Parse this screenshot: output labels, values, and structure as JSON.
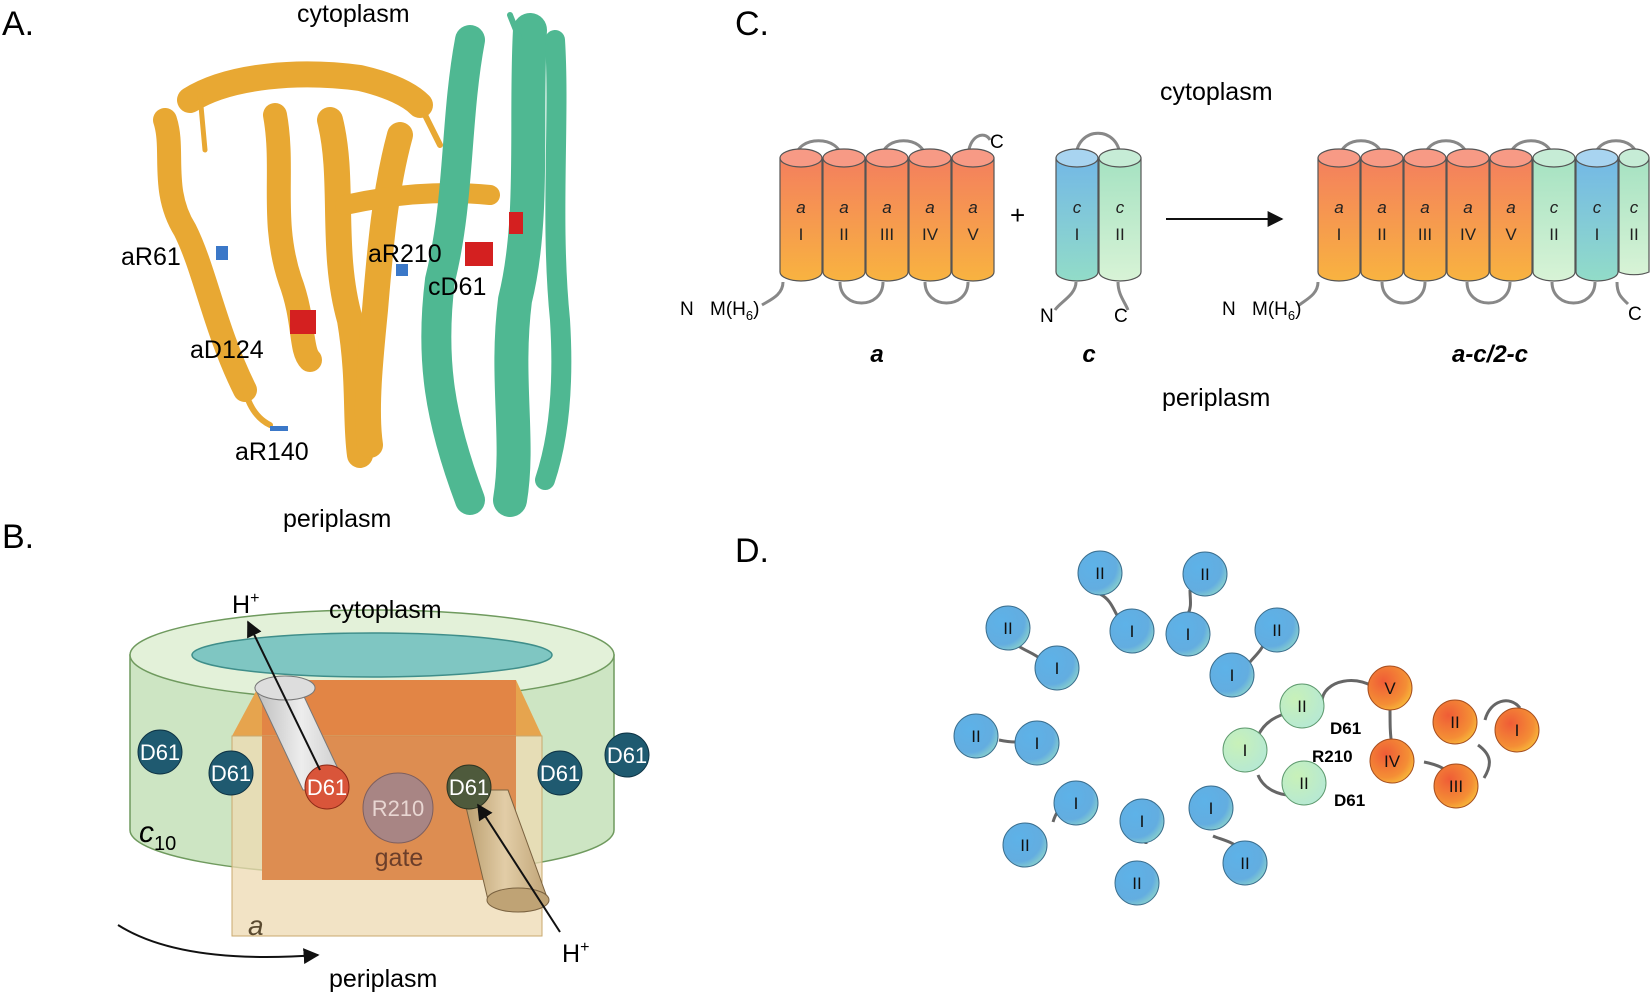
{
  "panels": {
    "A": "A.",
    "B": "B.",
    "C": "C.",
    "D": "D."
  },
  "panel_a": {
    "top": "cytoplasm",
    "bottom": "periplasm",
    "residues": [
      "aR61",
      "aD124",
      "aR140",
      "aR210",
      "cD61"
    ],
    "colors": {
      "subunit_a": "#E8A833",
      "subunit_c": "#4FB892",
      "acid": "#D42020",
      "base": "#3B78C8"
    }
  },
  "panel_b": {
    "h_top": "H",
    "h_top_sup": "+",
    "top": "cytoplasm",
    "bottom": "periplasm",
    "ring_label": "c",
    "ring_sub": "10",
    "a_label": "a",
    "gate_residue": "R210",
    "gate_label": "gate",
    "d61_labels": [
      "D61",
      "D61",
      "D61",
      "D61",
      "D61",
      "D61"
    ],
    "h_bottom": "H",
    "h_bottom_sup": "+",
    "colors": {
      "ring": "#CDE5C3",
      "pore": "#7FC6C2",
      "a": "#E28545",
      "d61": "#1F5A70",
      "d61_active": "#D9553A"
    }
  },
  "panel_c": {
    "top": "cytoplasm",
    "bottom": "periplasm",
    "a_helices": [
      {
        "sub": "a",
        "num": "I"
      },
      {
        "sub": "a",
        "num": "II"
      },
      {
        "sub": "a",
        "num": "III"
      },
      {
        "sub": "a",
        "num": "IV"
      },
      {
        "sub": "a",
        "num": "V"
      }
    ],
    "c_helices": [
      {
        "sub": "c",
        "num": "I"
      },
      {
        "sub": "c",
        "num": "II"
      }
    ],
    "fusion_helices": [
      {
        "sub": "a",
        "num": "I"
      },
      {
        "sub": "a",
        "num": "II"
      },
      {
        "sub": "a",
        "num": "III"
      },
      {
        "sub": "a",
        "num": "IV"
      },
      {
        "sub": "a",
        "num": "V"
      },
      {
        "sub": "c",
        "num": "II"
      },
      {
        "sub": "c",
        "num": "I"
      },
      {
        "sub": "c",
        "num": "II"
      }
    ],
    "n_label": "N",
    "c_label": "C",
    "m_label": "M(H",
    "m_sub": "6",
    "m_close": ")",
    "plus": "+",
    "caption_a": "a",
    "caption_c": "c",
    "caption_fusion": "a-c/2-c"
  },
  "panel_d": {
    "pairs": [
      {
        "top": "II",
        "bottom": "I"
      },
      {
        "top": "II",
        "bottom": "I"
      },
      {
        "top": "II",
        "bottom": "I"
      },
      {
        "top": "II",
        "bottom": "I"
      },
      {
        "top": "II",
        "bottom": "I"
      },
      {
        "top": "I",
        "bottom": "II"
      },
      {
        "top": "I",
        "bottom": "II"
      },
      {
        "top": "I",
        "bottom": "II"
      }
    ],
    "fusion_circles": [
      "II",
      "I",
      "II",
      "V",
      "IV",
      "II",
      "I",
      "III"
    ],
    "labels": [
      "D61",
      "R210",
      "D61"
    ]
  }
}
